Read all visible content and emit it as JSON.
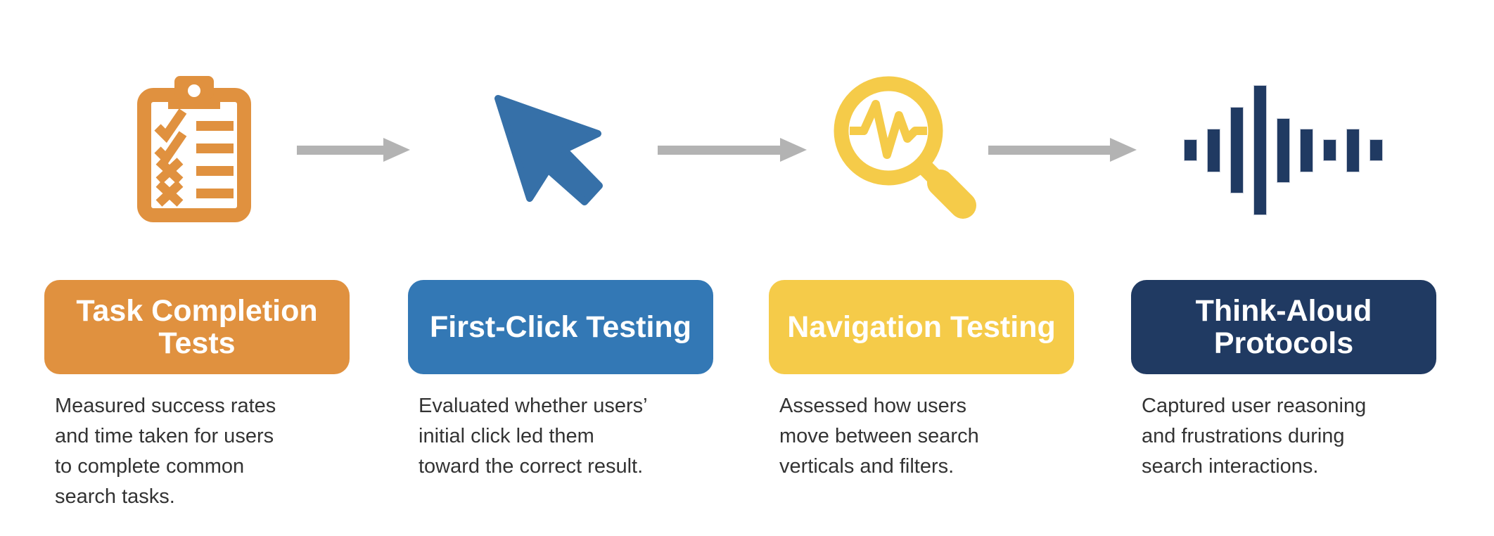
{
  "diagram_title": "Search usability testing methods flow",
  "colors": {
    "orange": "#E0913F",
    "blue": "#3378B5",
    "blue_icon": "#3670A8",
    "yellow": "#F5CB49",
    "navy": "#203A62",
    "arrow": "#B3B3B3",
    "text": "#333333",
    "title": "#FFFFFF",
    "background": "#FFFFFF"
  },
  "columns": [
    {
      "id": "task-completion-tests",
      "icon": "clipboard-checklist-icon",
      "color": "#E0913F",
      "title": "Task Completion\nTests",
      "description": "Measured success rates\nand time taken for users\nto complete common\nsearch tasks."
    },
    {
      "id": "first-click-testing",
      "icon": "cursor-arrow-icon",
      "color": "#3378B5",
      "title": "First-Click Testing",
      "description": "Evaluated whether users’\ninitial click led them\ntoward the correct result."
    },
    {
      "id": "navigation-testing",
      "icon": "magnifier-pulse-icon",
      "color": "#F5CB49",
      "title": "Navigation Testing",
      "description": "Assessed how users\nmove between search\nverticals and filters."
    },
    {
      "id": "think-aloud-protocols",
      "icon": "audio-waveform-icon",
      "color": "#203A62",
      "title": "Think-Aloud\nProtocols",
      "description": "Captured user reasoning\nand frustrations during\nsearch interactions."
    }
  ],
  "waveform_bars": [
    31,
    62,
    123,
    185,
    92,
    62,
    31,
    62,
    31
  ],
  "arrow_count": 3
}
